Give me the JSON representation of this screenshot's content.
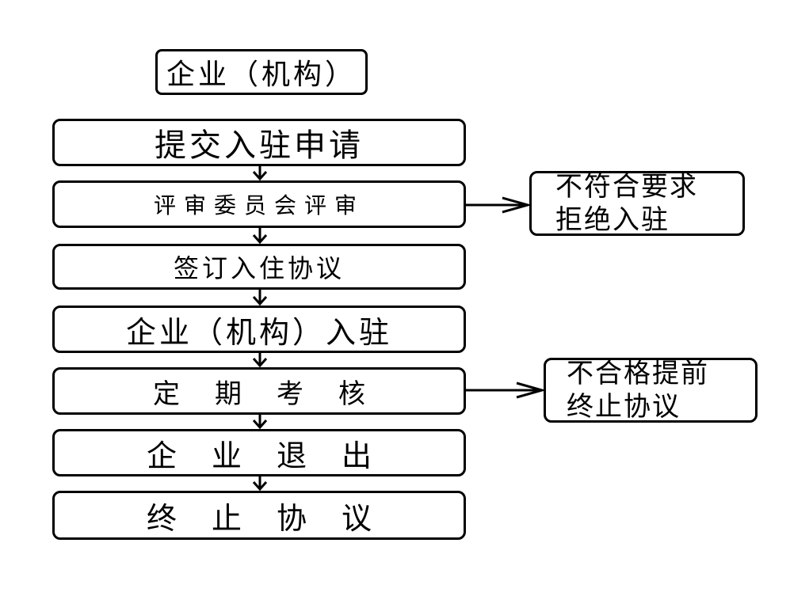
{
  "header": {
    "title": "企业（机构）"
  },
  "steps": [
    {
      "label": "提交入驻申请"
    },
    {
      "label": "评审委员会评审"
    },
    {
      "label": "签订入住协议"
    },
    {
      "label": "企业（机构）入驻"
    },
    {
      "label": "定期考核"
    },
    {
      "label": "企业退出"
    },
    {
      "label": "终止协议"
    }
  ],
  "side_notes": {
    "reject": {
      "line1": "不符合要求",
      "line2": "拒绝入驻"
    },
    "fail": {
      "line1": "不合格提前",
      "line2": "终止协议"
    }
  }
}
